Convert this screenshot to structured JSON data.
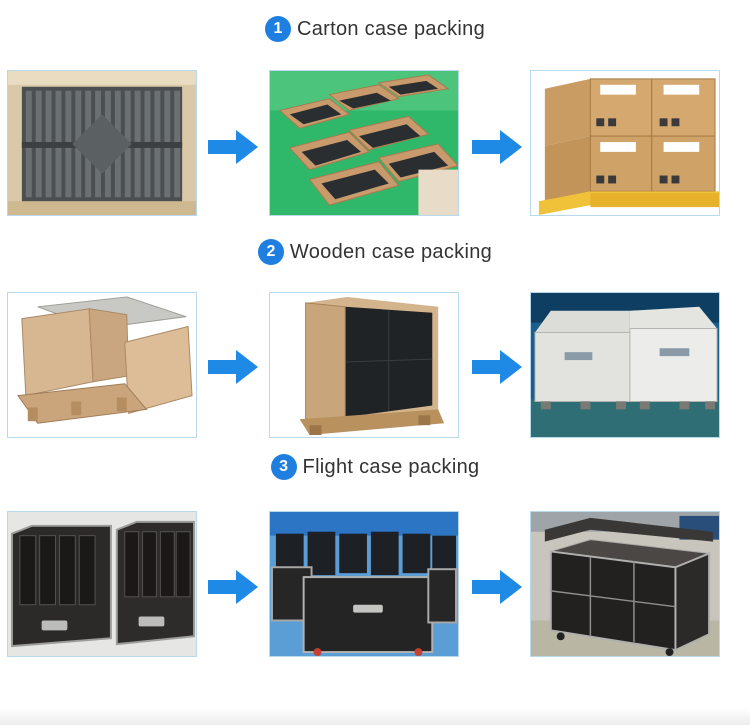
{
  "sections": [
    {
      "number": "1",
      "title": "Carton case packing"
    },
    {
      "number": "2",
      "title": "Wooden case packing"
    },
    {
      "number": "3",
      "title": "Flight case packing"
    }
  ],
  "colors": {
    "accent_blue": "#1f7fe0",
    "arrow_blue": "#1f8ae6",
    "photo_border": "#b9d9ee"
  },
  "icons": [
    "arrow-right-icon"
  ]
}
